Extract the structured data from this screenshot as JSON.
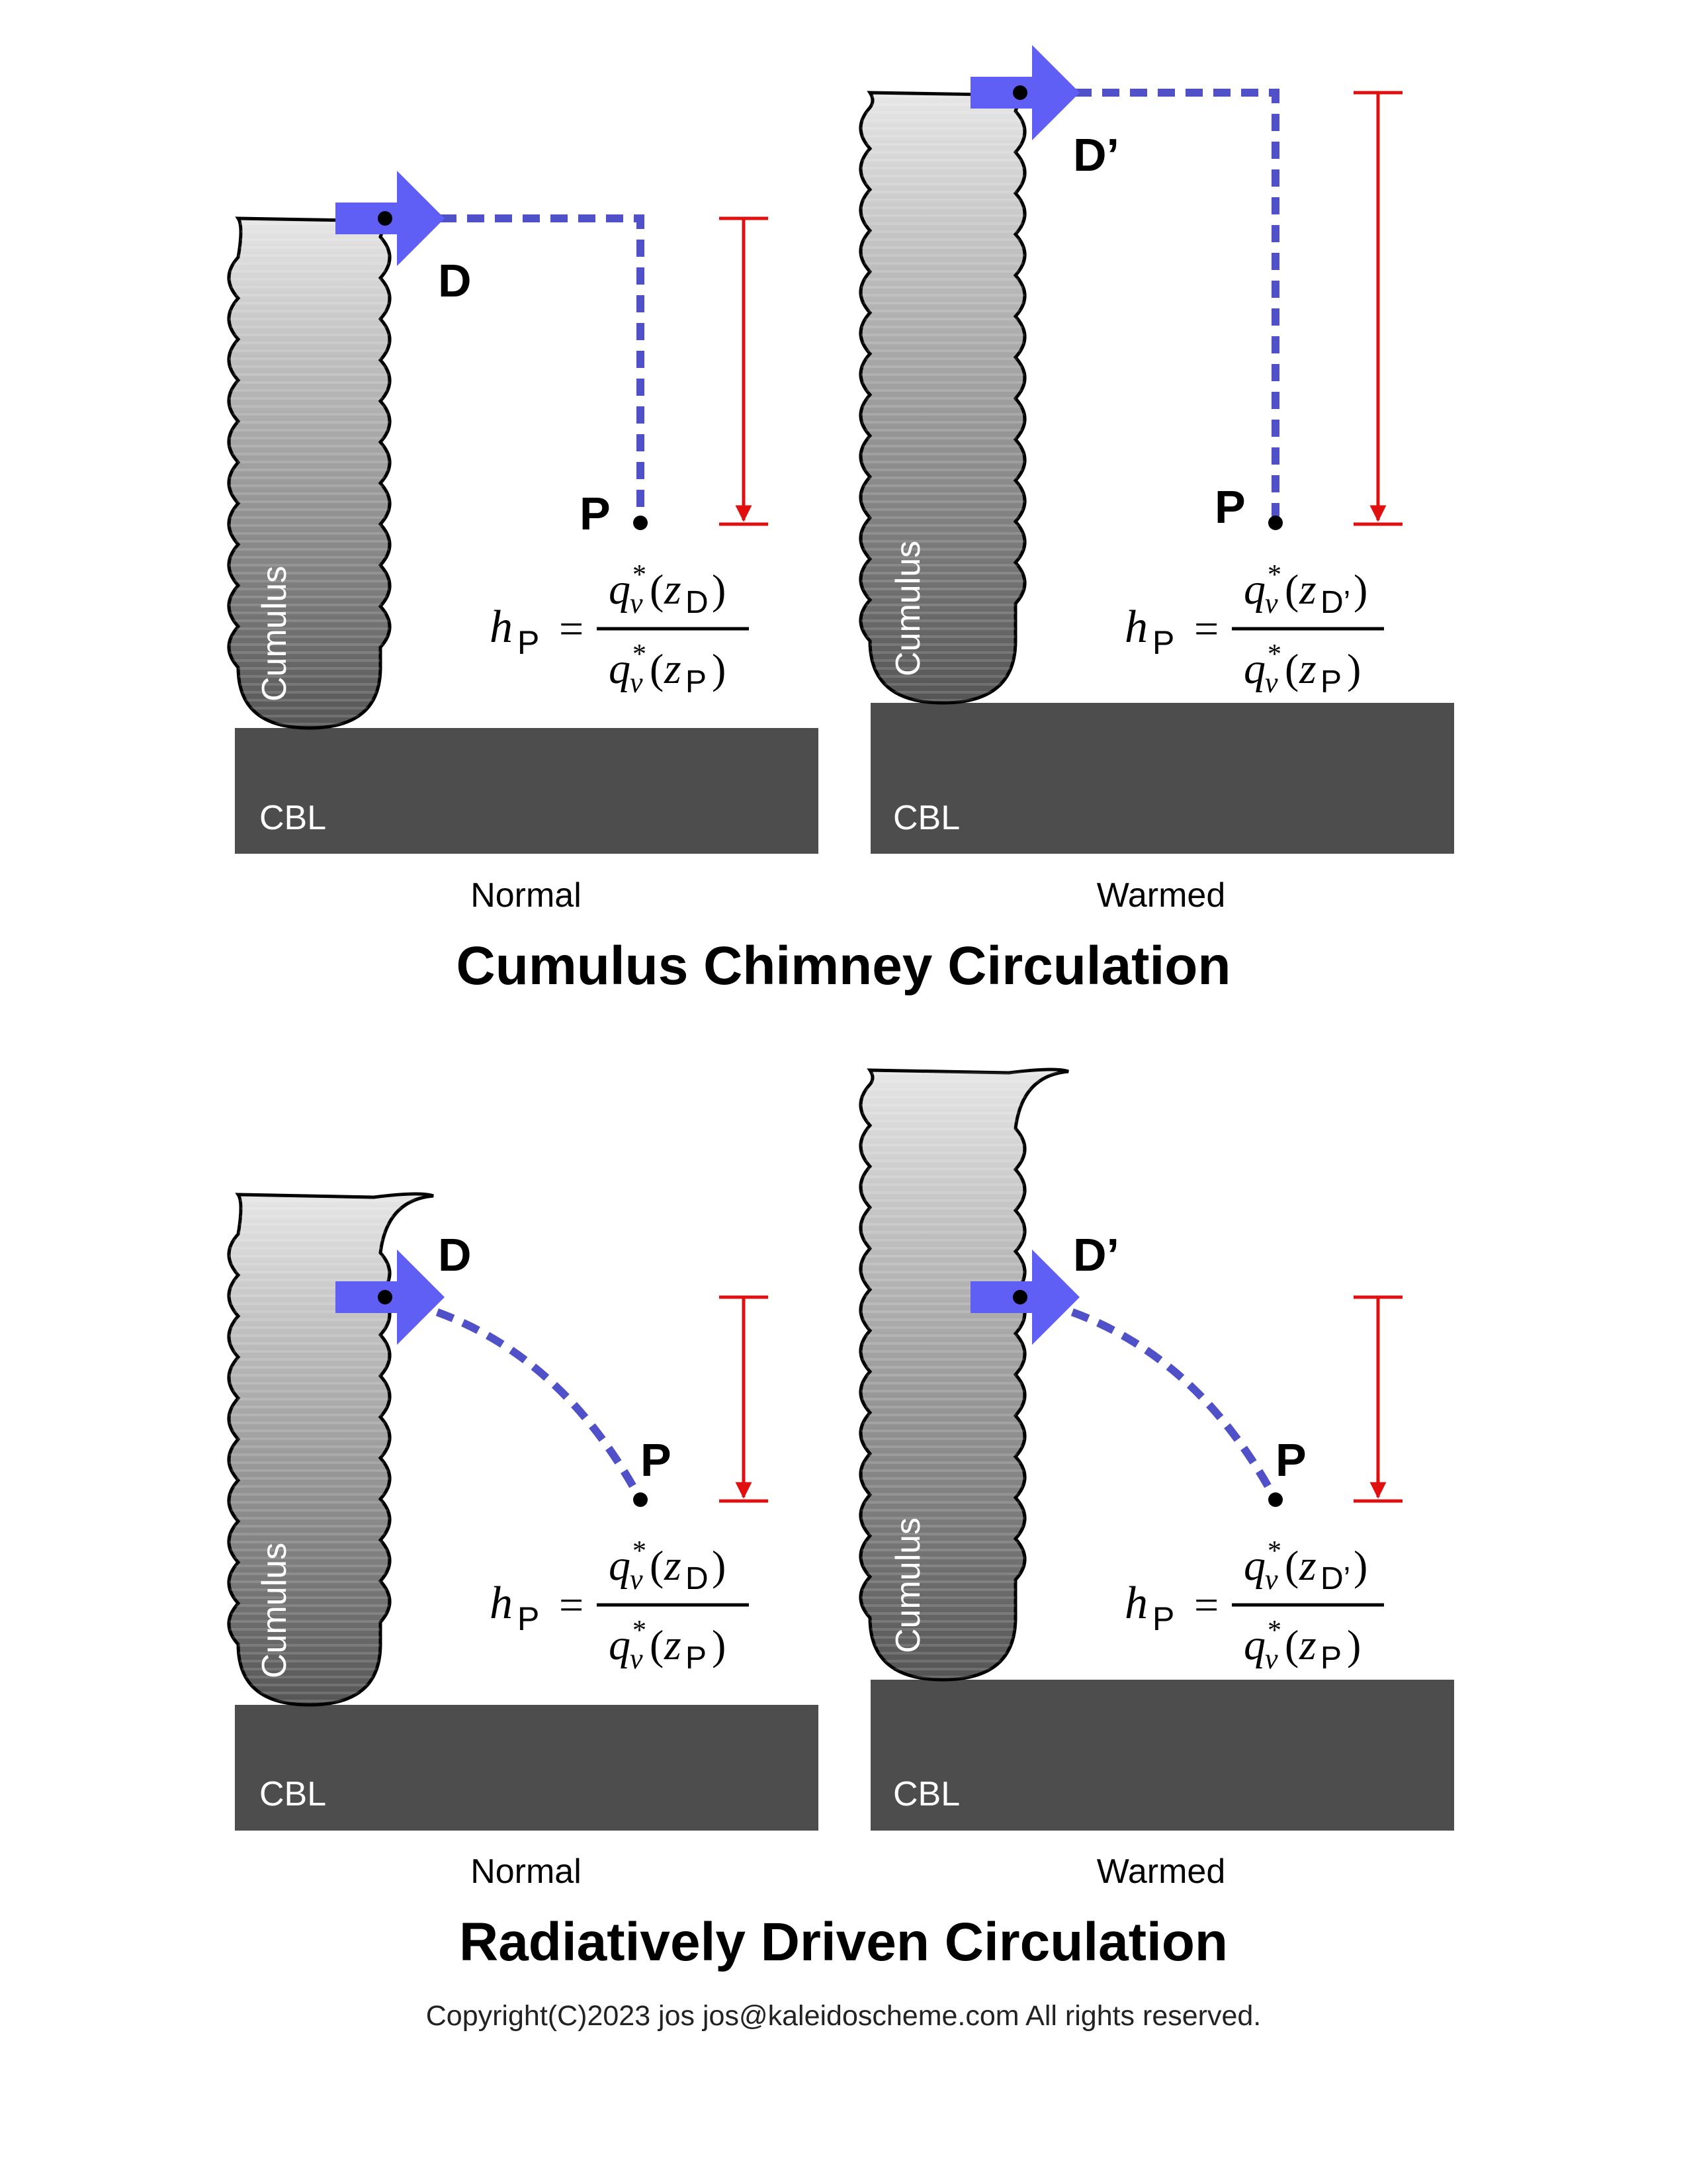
{
  "colors": {
    "cloud_top": "#e6e6e6",
    "cloud_bottom": "#555555",
    "cbl": "#4d4d4d",
    "flow": "#5050c8",
    "arrow": "#5f5ff5",
    "height_marker": "#e01010",
    "outline": "#000000"
  },
  "icons": {
    "detrainment": "right-arrow-icon",
    "height": "double-arrow-icon"
  },
  "sections": {
    "chimney": {
      "title": "Cumulus Chimney Circulation",
      "normal": {
        "caption": "Normal",
        "cloud_label": "Cumulus",
        "cbl_label": "CBL",
        "detrain_label": "D",
        "point_label": "P"
      },
      "warmed": {
        "caption": "Warmed",
        "cloud_label": "Cumulus",
        "cbl_label": "CBL",
        "detrain_label": "D’",
        "point_label": "P"
      }
    },
    "radiative": {
      "title": "Radiatively Driven Circulation",
      "normal": {
        "caption": "Normal",
        "cloud_label": "Cumulus",
        "cbl_label": "CBL",
        "detrain_label": "D",
        "point_label": "P"
      },
      "warmed": {
        "caption": "Warmed",
        "cloud_label": "Cumulus",
        "cbl_label": "CBL",
        "detrain_label": "D’",
        "point_label": "P"
      }
    }
  },
  "formula": {
    "lhs": "h",
    "lhs_sub": "P",
    "equals": "=",
    "q": "q",
    "star": "*",
    "v": "v",
    "z": "z",
    "num_sub": "D",
    "num_sub_warm": "D’",
    "den_sub": "P",
    "open": "(",
    "close": ")"
  },
  "copyright": "Copyright(C)2023 jos jos@kaleidoscheme.com All rights reserved."
}
